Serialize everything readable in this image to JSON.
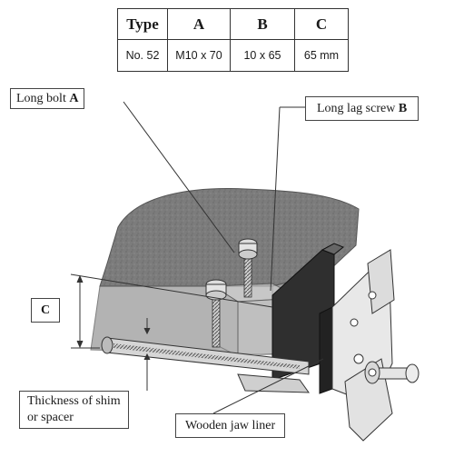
{
  "table": {
    "headers": [
      "Type",
      "A",
      "B",
      "C"
    ],
    "rows": [
      [
        "No. 52",
        "M10 x 70",
        "10 x 65",
        "65 mm"
      ]
    ]
  },
  "labels": {
    "long_bolt_prefix": "Long bolt ",
    "long_bolt_letter": "A",
    "long_lag_prefix": "Long lag screw ",
    "long_lag_letter": "B",
    "dimension_c": "C",
    "shim_line1": "Thickness of shim",
    "shim_line2": "or spacer",
    "jaw_liner": "Wooden jaw liner"
  }
}
